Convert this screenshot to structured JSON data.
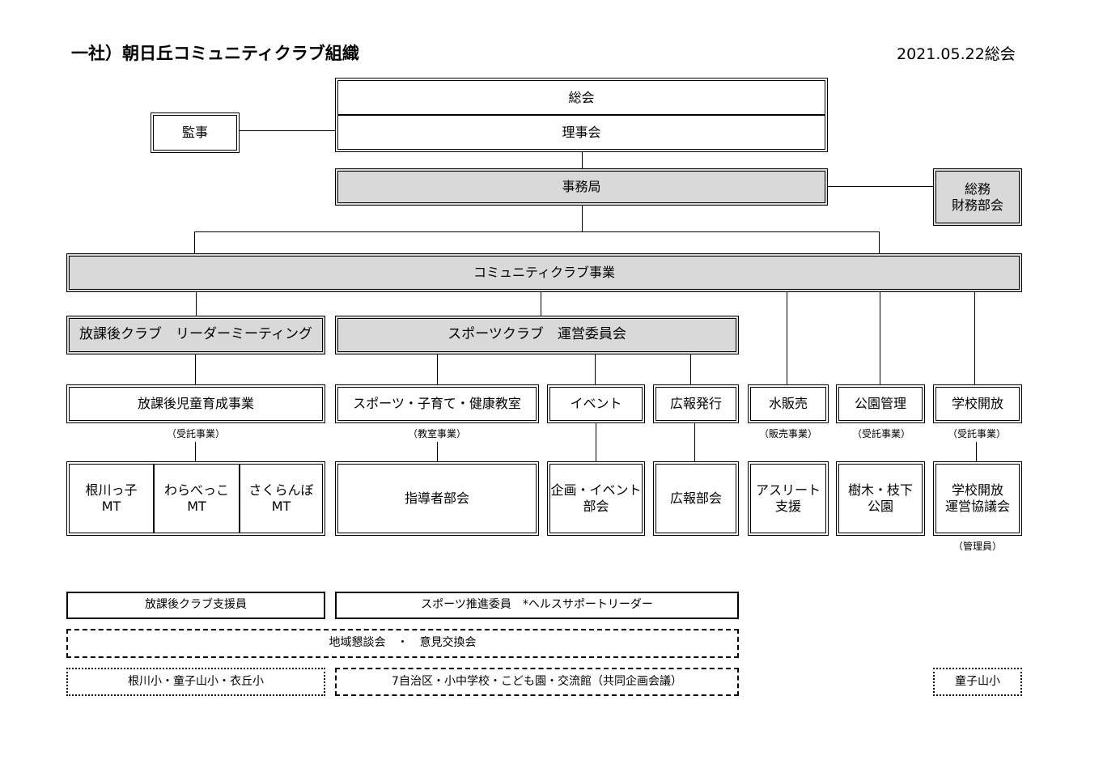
{
  "header": {
    "title": "一社）朝日丘コミュニティクラブ組織",
    "date": "2021.05.22総会"
  },
  "top": {
    "sokai": "総会",
    "rijikai": "理事会",
    "kanji": "監事",
    "jimukyoku": "事務局",
    "somu": [
      "総務",
      "財務部会"
    ]
  },
  "community": "コミュニティクラブ事業",
  "committees": {
    "afterschool": "放課後クラブ　リーダーミーティング",
    "sports": "スポーツクラブ　運営委員会"
  },
  "programs": [
    {
      "label": "放課後児童育成事業",
      "note": "（受託事業）"
    },
    {
      "label": "スポーツ・子育て・健康教室",
      "note": "（教室事業）"
    },
    {
      "label": "イベント",
      "note": ""
    },
    {
      "label": "広報発行",
      "note": ""
    },
    {
      "label": "水販売",
      "note": "（販売事業）"
    },
    {
      "label": "公園管理",
      "note": "（受託事業）"
    },
    {
      "label": "学校開放",
      "note": "（受託事業）"
    }
  ],
  "units": {
    "mt": [
      [
        "根川っ子",
        "MT"
      ],
      [
        "わらべっこ",
        "MT"
      ],
      [
        "さくらんぼ",
        "MT"
      ]
    ],
    "shidosha": "指導者部会",
    "event": [
      "企画・イベント",
      "部会"
    ],
    "koho": "広報部会",
    "athlete": [
      "アスリート",
      "支援"
    ],
    "park": [
      "樹木・枝下",
      "公園"
    ],
    "school": [
      "学校開放",
      "運営協議会"
    ],
    "school_note": "（管理員）"
  },
  "bottom": {
    "shienin": "放課後クラブ支援員",
    "suishin": "スポーツ推進委員　*ヘルスサポートリーダー",
    "kondankai": "地域懇談会　・　意見交換会",
    "schools": "根川小・童子山小・衣丘小",
    "jichiku": "7自治区・小中学校・こども園・交流館（共同企画会議）",
    "doshiyama": "童子山小"
  }
}
